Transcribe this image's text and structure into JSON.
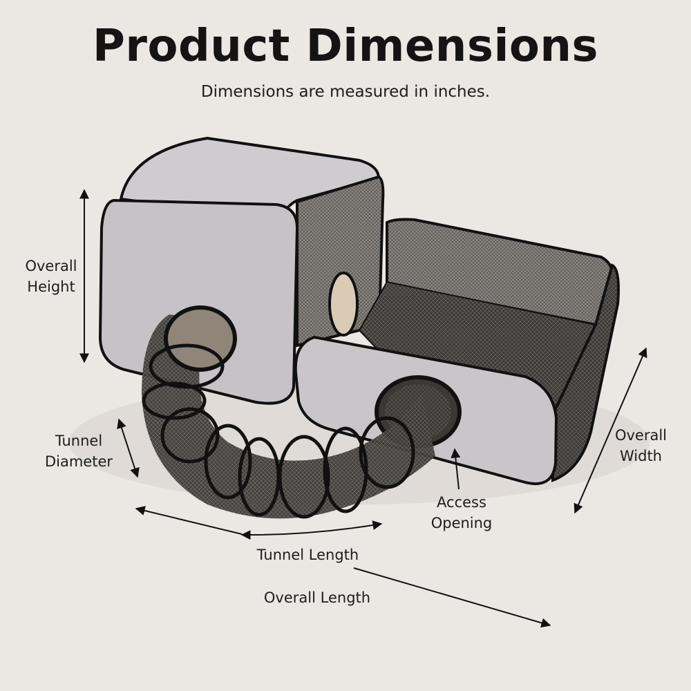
{
  "header": {
    "title": "Product Dimensions",
    "subtitle": "Dimensions are measured in inches."
  },
  "labels": {
    "overall_height": [
      "Overall",
      "Height"
    ],
    "tunnel_diameter": [
      "Tunnel",
      "Diameter"
    ],
    "overall_width": [
      "Overall",
      "Width"
    ],
    "access_opening": [
      "Access",
      "Opening"
    ],
    "tunnel_length": "Tunnel Length",
    "overall_length": "Overall Length"
  },
  "colors": {
    "background": "#ebe7e2",
    "fabric": "#c7c3c6",
    "mesh": "#2c2c2c",
    "trim": "#111111"
  }
}
